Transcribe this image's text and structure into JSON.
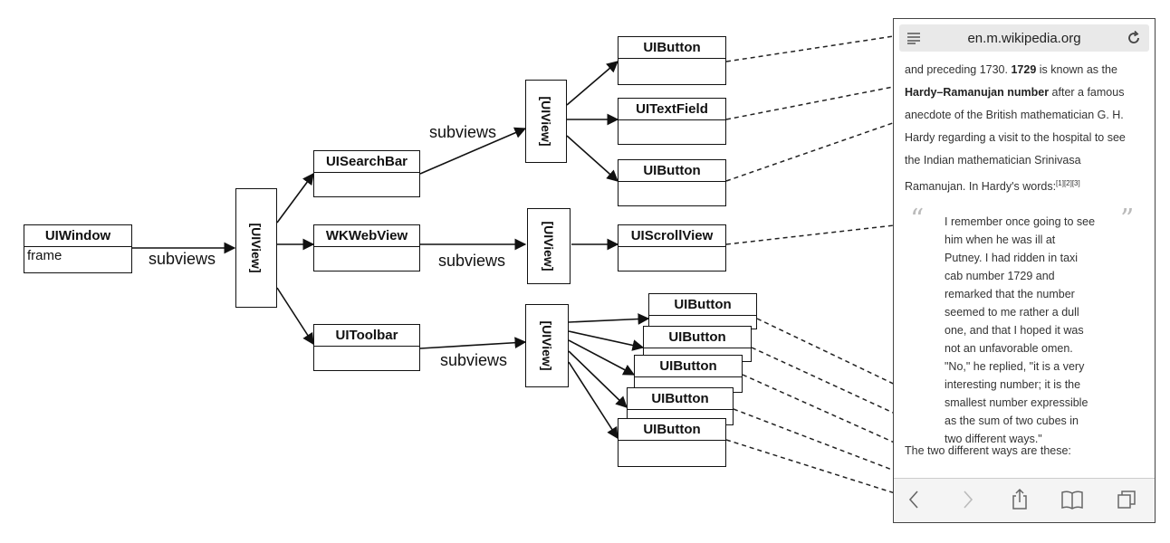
{
  "diagram": {
    "uiwindow": {
      "title": "UIWindow",
      "field": "frame"
    },
    "subviews_label": "subviews",
    "uiview_label": "[UIView]",
    "level1": {
      "searchbar": "UISearchBar",
      "webview": "WKWebView",
      "toolbar": "UIToolbar"
    },
    "search_children": [
      "UIButton",
      "UITextField",
      "UIButton"
    ],
    "web_child": "UIScrollView",
    "toolbar_children": [
      "UIButton",
      "UIButton",
      "UIButton",
      "UIButton",
      "UIButton"
    ]
  },
  "phone": {
    "url": "en.m.wikipedia.org",
    "article": {
      "l1a": "and preceding 1730. ",
      "l1b": "1729",
      "l1c": " is known as the",
      "l2a": "Hardy–Ramanujan number",
      "l2b": " after a famous",
      "l3": "anecdote of the British mathematician G. H.",
      "l4": "Hardy regarding a visit to the hospital to see",
      "l5": "the Indian mathematician Srinivasa",
      "l6": "Ramanujan. In Hardy's words:",
      "refs": "[1][2][3]"
    },
    "quote_lines": [
      "I remember once going to see",
      "him when he was ill at",
      "Putney. I had ridden in taxi",
      "cab number 1729 and",
      "remarked that the number",
      "seemed to me rather a dull",
      "one, and that I hoped it was",
      "not an unfavorable omen.",
      "\"No,\" he replied, \"it is a very",
      "interesting number; it is the",
      "smallest number expressible",
      "as the sum of two cubes in",
      "two different ways.\""
    ],
    "open_quote": "“",
    "close_quote": "”",
    "after_quote": "The two different ways are these:"
  }
}
